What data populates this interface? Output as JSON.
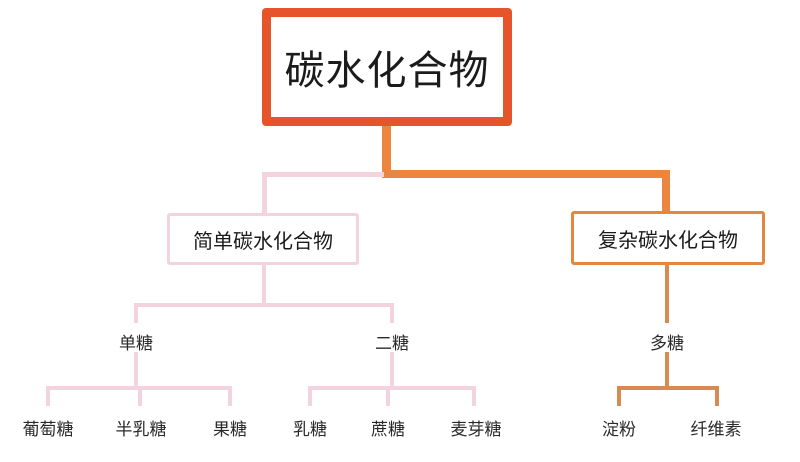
{
  "diagram": {
    "title": "碳水化合物",
    "type": "tree-hierarchy",
    "root": {
      "label": "碳水化合物",
      "border_color": "#e5542a"
    },
    "branches": [
      {
        "label": "简单碳水化合物",
        "border_color": "#f3d3dd",
        "connector_color": "#f3d3dd",
        "groups": [
          {
            "label": "单糖",
            "items": [
              "葡萄糖",
              "半乳糖",
              "果糖"
            ]
          },
          {
            "label": "二糖",
            "items": [
              "乳糖",
              "蔗糖",
              "麦芽糖"
            ]
          }
        ]
      },
      {
        "label": "复杂碳水化合物",
        "border_color": "#e2873f",
        "connector_color": "#ec8540",
        "groups": [
          {
            "label": "多糖",
            "items": [
              "淀粉",
              "纤维素"
            ]
          }
        ]
      }
    ]
  },
  "colors": {
    "root_orange": "#e5542a",
    "branch_orange": "#e2873f",
    "connector_orange": "#ec8540",
    "pink": "#f3d3dd",
    "text": "#2a2a2a",
    "background": "#ffffff"
  }
}
